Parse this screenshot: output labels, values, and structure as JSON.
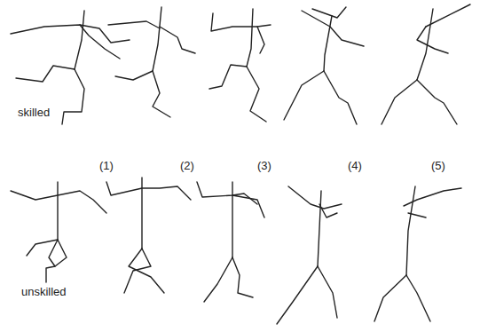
{
  "diagram": {
    "labels": [
      "skilled",
      "(1)",
      "(2)",
      "(3)",
      "(4)",
      "(5)",
      "unskilled"
    ]
  }
}
